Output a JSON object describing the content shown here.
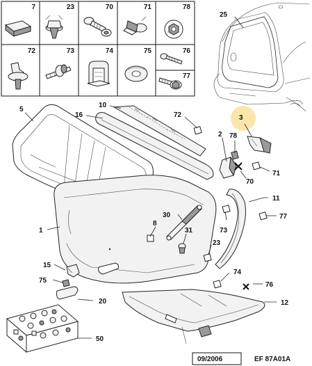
{
  "legend": {
    "cells": [
      {
        "num": "7",
        "icon": "bumper-block-icon"
      },
      {
        "num": "23",
        "icon": "push-clip-icon"
      },
      {
        "num": "70",
        "icon": "screw-with-washer-icon"
      },
      {
        "num": "71",
        "icon": "plastic-rivet-icon"
      },
      {
        "num": "78",
        "icon": "hex-nut-clip-icon"
      },
      {
        "num": "72",
        "icon": "tree-clip-icon"
      },
      {
        "num": "73",
        "icon": "stud-clip-icon"
      },
      {
        "num": "74",
        "icon": "spring-clip-icon"
      },
      {
        "num": "75",
        "icon": "grommet-icon"
      },
      {
        "num": "76",
        "icon": "screw-icon"
      },
      {
        "num": "77",
        "icon": "flange-bolt-icon"
      }
    ]
  },
  "callouts": [
    "25",
    "3",
    "5",
    "16",
    "10",
    "72",
    "2",
    "78",
    "71",
    "70",
    "1",
    "8",
    "30",
    "31",
    "73",
    "11",
    "77",
    "23",
    "15",
    "75",
    "20",
    "74",
    "76",
    "12",
    "50"
  ],
  "footer": {
    "date": "09/2006",
    "code": "EF 87A01A"
  },
  "highlight": {
    "callout": "3",
    "color": "#f5c842"
  }
}
